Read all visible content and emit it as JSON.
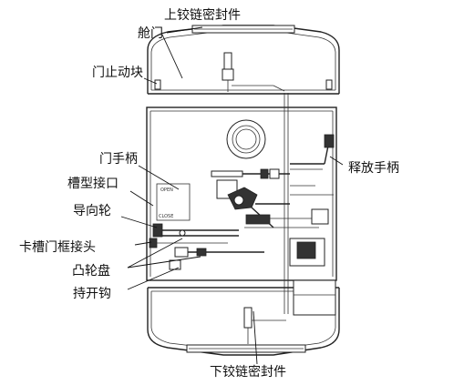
{
  "labels": {
    "upper_hinge_seal": "上铰链密封件",
    "hatch_door": "舱门",
    "door_stop_block": "门止动块",
    "door_handle": "门手柄",
    "groove_interface": "槽型接口",
    "guide_wheel": "导向轮",
    "frame_clamp_joint": "卡槽门框接头",
    "cam_disc": "凸轮盘",
    "holding_hook": "持开钩",
    "release_handle": "释放手柄",
    "lower_hinge_seal": "下铰链密封件"
  },
  "marks": {
    "open": "OPEN",
    "close": "CLOSE"
  },
  "colors": {
    "line": "#222222",
    "text": "#111111",
    "fill_dark": "#333333"
  }
}
